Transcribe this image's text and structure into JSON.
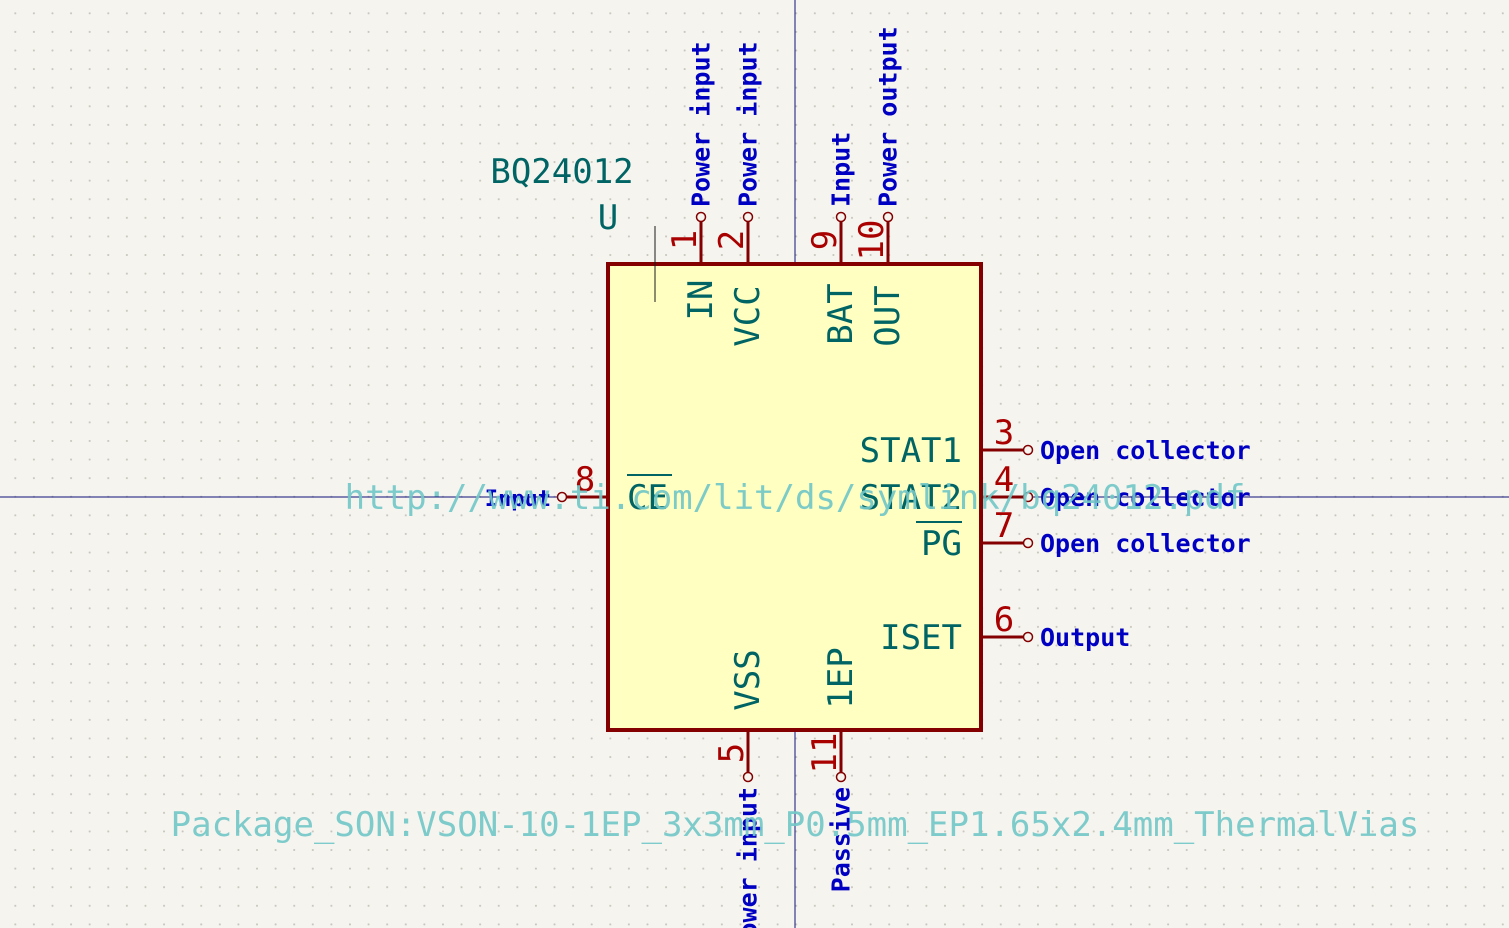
{
  "symbol": {
    "value": "BQ24012",
    "reference": "U",
    "datasheet": "http://www.ti.com/lit/ds/symlink/bq24012.pdf",
    "footprint": "Package_SON:VSON-10-1EP_3x3mm_P0.5mm_EP1.65x2.4mm_ThermalVias"
  },
  "pins": [
    {
      "id": "in",
      "number": "1",
      "name": "IN",
      "type": "Power input"
    },
    {
      "id": "vcc",
      "number": "2",
      "name": "VCC",
      "type": "Power input"
    },
    {
      "id": "bat",
      "number": "9",
      "name": "BAT",
      "type": "Input"
    },
    {
      "id": "out",
      "number": "10",
      "name": "OUT",
      "type": "Power output"
    },
    {
      "id": "stat1",
      "number": "3",
      "name": "STAT1",
      "type": "Open collector"
    },
    {
      "id": "stat2",
      "number": "4",
      "name": "STAT2",
      "type": "Open collector"
    },
    {
      "id": "pg",
      "number": "7",
      "name": "PG",
      "type": "Open collector"
    },
    {
      "id": "iset",
      "number": "6",
      "name": "ISET",
      "type": "Output"
    },
    {
      "id": "ce",
      "number": "8",
      "name": "CE",
      "type": "Input"
    },
    {
      "id": "vss",
      "number": "5",
      "name": "VSS",
      "type": "Power input"
    },
    {
      "id": "ep",
      "number": "11",
      "name": "1EP",
      "type": "Passive"
    }
  ],
  "colors": {
    "background": "#f5f4ef",
    "body_fill": "#ffffc2",
    "body_outline": "#840000",
    "pin_line": "#840000",
    "pin_number": "#a90000",
    "pin_name": "#006464",
    "pin_type": "#0000c2",
    "field_text": "#006464",
    "hidden_field": "#72c7c7",
    "crosshair": "#0f0f78"
  }
}
